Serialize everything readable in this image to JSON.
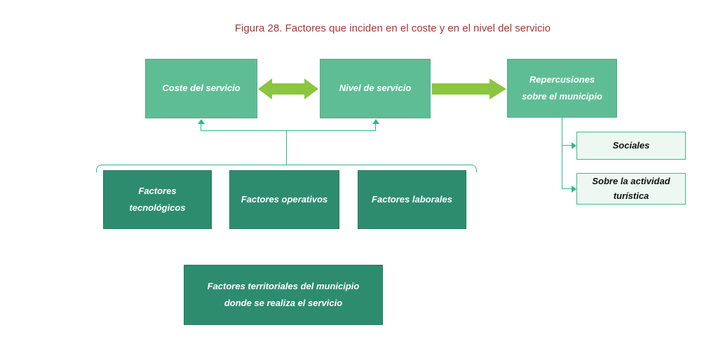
{
  "title": "Figura 28. Factores que inciden en el coste y en el nivel del servicio",
  "colors": {
    "title_text": "#9d3b35",
    "box_green_medium": "#5fbd95",
    "box_green_dark": "#2e8c6e",
    "pale_box_fill": "#edf8f2",
    "pale_box_border": "#35bd8e",
    "connector_teal": "#2eb88a",
    "fat_arrow_green": "#8cc540",
    "box_text": "#ffffff"
  },
  "nodes": {
    "coste": {
      "label": "Coste del servicio"
    },
    "nivel": {
      "label": "Nivel de servicio"
    },
    "repercusiones": {
      "label": "Repercusiones\nsobre el municipio"
    },
    "sociales": {
      "label": "Sociales"
    },
    "actividad": {
      "label": "Sobre la actividad\nturística"
    },
    "tecnologicos": {
      "label": "Factores\ntecnológicos"
    },
    "operativos": {
      "label": "Factores operativos"
    },
    "laborales": {
      "label": "Factores laborales"
    },
    "territoriales": {
      "label": "Factores territoriales del municipio\ndonde se realiza el servicio"
    }
  }
}
